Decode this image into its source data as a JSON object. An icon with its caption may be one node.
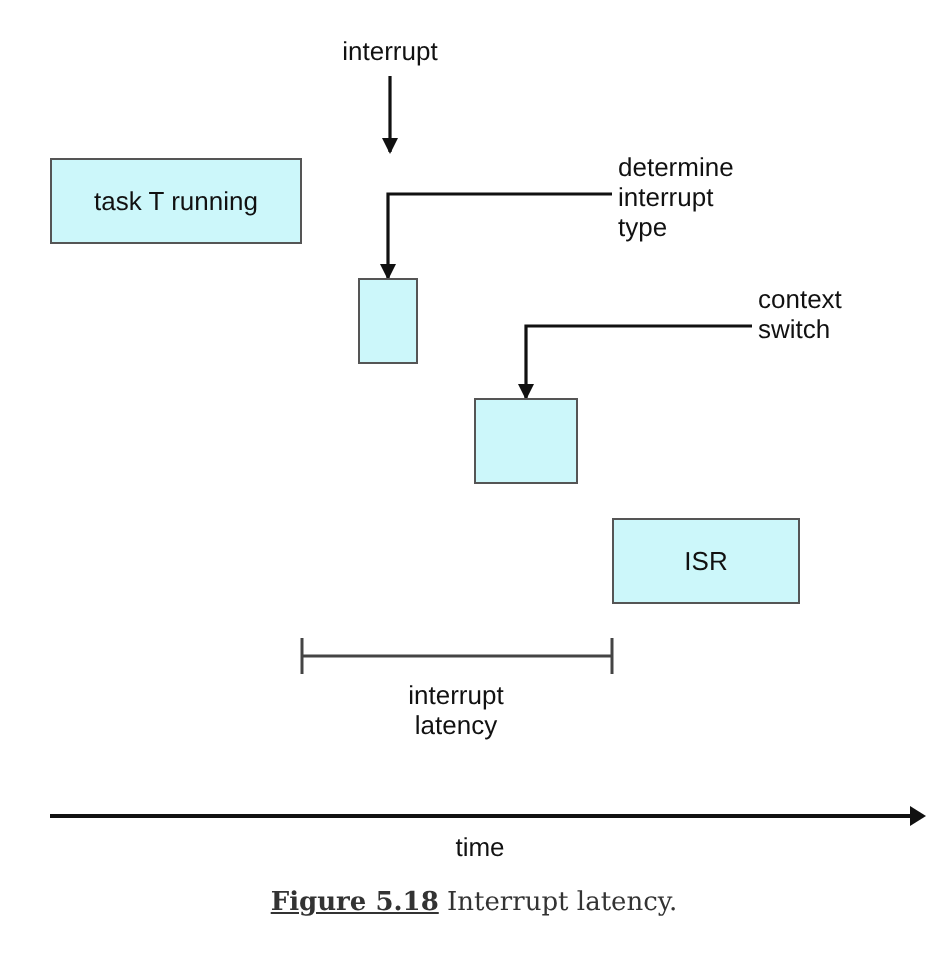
{
  "diagram": {
    "caption": "**Figure 5.18** Interrupt latency.",
    "nodes": [
      {
        "text": [
          "task T running"
        ]
      },
      {
        "text": [],
        "shape": "box"
      },
      {
        "text": [],
        "shape": "box"
      },
      {
        "text": [
          "ISR"
        ]
      },
      {
        "text": [
          "interrupt"
        ]
      },
      {
        "text": [
          "determine interrupt type"
        ]
      },
      {
        "text": [
          "context switch"
        ]
      }
    ],
    "edges": [
      {
        "from": 4,
        "to": null,
        "arrow": "to"
      },
      {
        "from": 5,
        "to": 1,
        "arrow": "to"
      },
      {
        "from": 6,
        "to": 2,
        "arrow": "to"
      }
    ],
    "labels": [
      "interrupt latency",
      "time"
    ]
  }
}
